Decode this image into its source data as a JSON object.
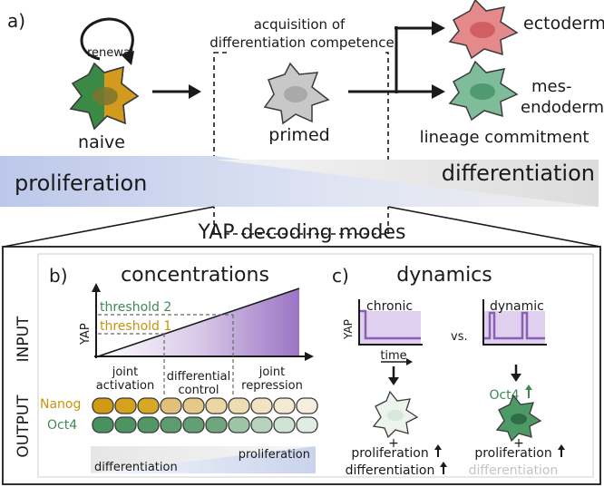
{
  "panel_a": {
    "label": "a)",
    "renewal": "renewal",
    "naive": "naive",
    "primed": "primed",
    "acquisition_line1": "acquisition of",
    "acquisition_line2": "differentiation competence",
    "ectoderm": "ectoderm",
    "mesendoderm_line1": "mes-",
    "mesendoderm_line2": "endoderm",
    "lineage": "lineage commitment",
    "proliferation": "proliferation",
    "differentiation": "differentiation"
  },
  "yap_title": "YAP decoding modes",
  "side_labels": {
    "input": "INPUT",
    "output": "OUTPUT"
  },
  "panel_b": {
    "label": "b)",
    "title": "concentrations",
    "yap_axis": "YAP",
    "threshold2": "threshold 2",
    "threshold1": "threshold 1",
    "joint_activation_1": "joint",
    "joint_activation_2": "activation",
    "differential_1": "differential",
    "differential_2": "control",
    "joint_repression_1": "joint",
    "joint_repression_2": "repression",
    "nanog": "Nanog",
    "oct4": "Oct4",
    "differentiation": "differentiation",
    "proliferation": "proliferation"
  },
  "panel_c": {
    "label": "c)",
    "title": "dynamics",
    "chronic": "chronic",
    "dynamic": "dynamic",
    "vs": "vs.",
    "yap_axis": "YAP",
    "time": "time",
    "plus": "+",
    "oct4_up": "Oct4",
    "proliferation_left": "proliferation",
    "differentiation_left": "differentiation",
    "proliferation_right": "proliferation",
    "differentiation_right": "differentiation"
  },
  "colors": {
    "nanog": "#d4a017",
    "oct4": "#3e8a55",
    "yap_purple": "#8a5fb4",
    "proliferation_blue": "#c9d3ec",
    "differentiation_gray": "#e1e1e1",
    "ectoderm": "#e48a8a",
    "mesendoderm": "#6fb38c",
    "primed_gray": "#c8c8c8"
  }
}
